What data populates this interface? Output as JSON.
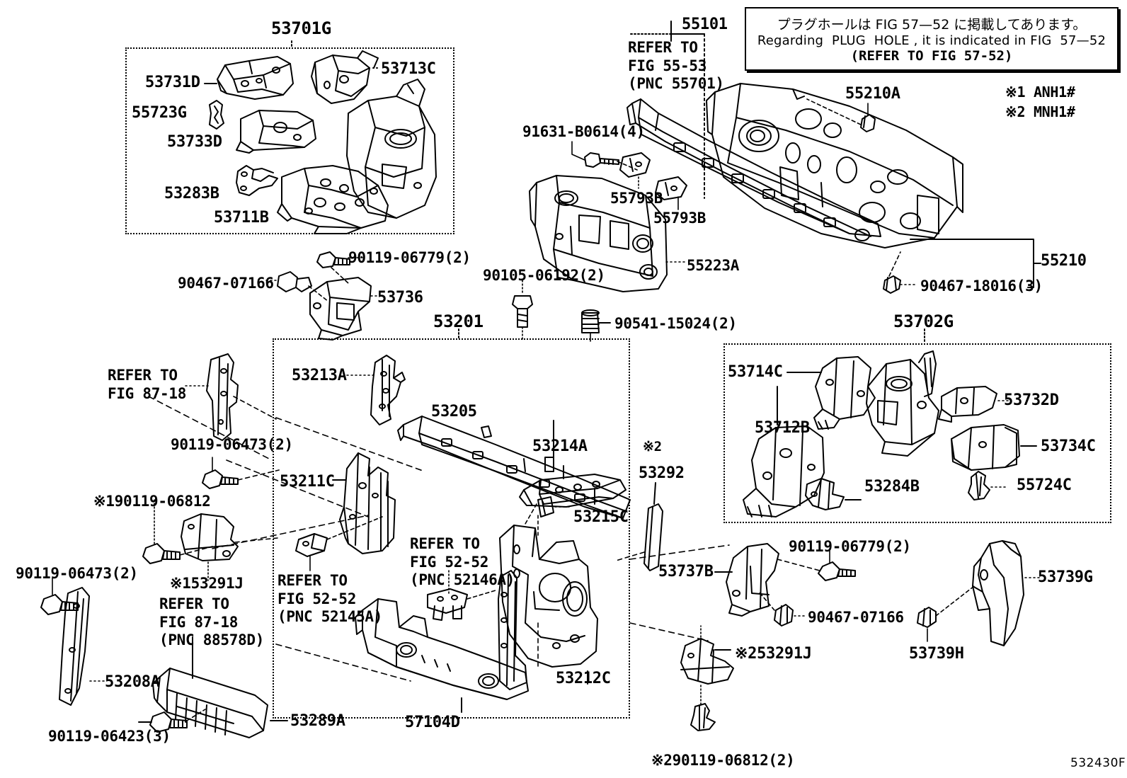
{
  "figure": {
    "code": "532430F"
  },
  "note_box": {
    "line_jp": "プラグホールは FIG 57—52 に掲載してあります。",
    "line_en": "Regarding  PLUG  HOLE , it is indicated in FIG  57—52",
    "line_ref": "(REFER TO FIG 57-52)"
  },
  "legend": {
    "item1": "※1 ANH1#",
    "item2": "※2 MNH1#"
  },
  "groups": [
    {
      "id": "g53701G",
      "label": "53701G"
    },
    {
      "id": "g53201",
      "label": "53201"
    },
    {
      "id": "g53702G",
      "label": "53702G"
    }
  ],
  "labels": {
    "top_left_panel": [
      {
        "name": "53731D",
        "text": "53731D"
      },
      {
        "name": "55723G",
        "text": "55723G"
      },
      {
        "name": "53733D",
        "text": "53733D"
      },
      {
        "name": "53283B",
        "text": "53283B"
      },
      {
        "name": "53711B",
        "text": "53711B"
      },
      {
        "name": "53713C",
        "text": "53713C"
      }
    ],
    "top_center": [
      {
        "name": "55101",
        "text": "55101"
      },
      {
        "name": "refer-55-53",
        "text": "REFER TO\nFIG 55-53\n(PNC 55701)"
      },
      {
        "name": "91631-B0614",
        "text": "91631-B0614(4)"
      },
      {
        "name": "55793B-upper",
        "text": "55793B"
      },
      {
        "name": "55793B-lower",
        "text": "55793B"
      },
      {
        "name": "55223A",
        "text": "55223A"
      },
      {
        "name": "90105-06192",
        "text": "90105-06192(2)"
      },
      {
        "name": "90541-15024",
        "text": "90541-15024(2)"
      }
    ],
    "top_right": [
      {
        "name": "55210A",
        "text": "55210A"
      },
      {
        "name": "55210",
        "text": "55210"
      },
      {
        "name": "90467-18016",
        "text": "90467-18016(3)"
      }
    ],
    "mid_left": [
      {
        "name": "90119-06779-a",
        "text": "90119-06779(2)"
      },
      {
        "name": "90467-07166-a",
        "text": "90467-07166"
      },
      {
        "name": "53736",
        "text": "53736"
      },
      {
        "name": "refer-87-18-a",
        "text": "REFER TO\nFIG 87-18"
      },
      {
        "name": "90119-06473-a",
        "text": "90119-06473(2)"
      },
      {
        "name": "90119-06812-a",
        "text": "※190119-06812"
      },
      {
        "name": "53291J-a",
        "text": "※153291J"
      },
      {
        "name": "90119-06473-b",
        "text": "90119-06473(2)"
      },
      {
        "name": "53208A",
        "text": "53208A"
      },
      {
        "name": "refer-87-18-b",
        "text": "REFER TO\nFIG 87-18\n(PNC 88578D)"
      },
      {
        "name": "90119-06423",
        "text": "90119-06423(3)"
      },
      {
        "name": "53289A",
        "text": "53289A"
      }
    ],
    "center_panel": [
      {
        "name": "53213A",
        "text": "53213A"
      },
      {
        "name": "53205",
        "text": "53205"
      },
      {
        "name": "53211C",
        "text": "53211C"
      },
      {
        "name": "53214A",
        "text": "53214A"
      },
      {
        "name": "53215C",
        "text": "53215C"
      },
      {
        "name": "refer-52-52-146",
        "text": "REFER TO\nFIG 52-52\n(PNC 52146A)"
      },
      {
        "name": "refer-52-52-145",
        "text": "REFER TO\nFIG 52-52\n(PNC 52145A)"
      },
      {
        "name": "57104D",
        "text": "57104D"
      },
      {
        "name": "53212C",
        "text": "53212C"
      },
      {
        "name": "53292-mark",
        "text": "※2"
      },
      {
        "name": "53292",
        "text": "53292"
      }
    ],
    "right_panel": [
      {
        "name": "53714C",
        "text": "53714C"
      },
      {
        "name": "53712B",
        "text": "53712B"
      },
      {
        "name": "53732D",
        "text": "53732D"
      },
      {
        "name": "53734C",
        "text": "53734C"
      },
      {
        "name": "53284B",
        "text": "53284B"
      },
      {
        "name": "55724C",
        "text": "55724C"
      }
    ],
    "bottom_right": [
      {
        "name": "53737B",
        "text": "53737B"
      },
      {
        "name": "90119-06779-b",
        "text": "90119-06779(2)"
      },
      {
        "name": "90467-07166-b",
        "text": "90467-07166"
      },
      {
        "name": "53291J-b",
        "text": "※253291J"
      },
      {
        "name": "90119-06812-b",
        "text": "※290119-06812(2)"
      },
      {
        "name": "53739G",
        "text": "53739G"
      },
      {
        "name": "53739H",
        "text": "53739H"
      }
    ]
  }
}
